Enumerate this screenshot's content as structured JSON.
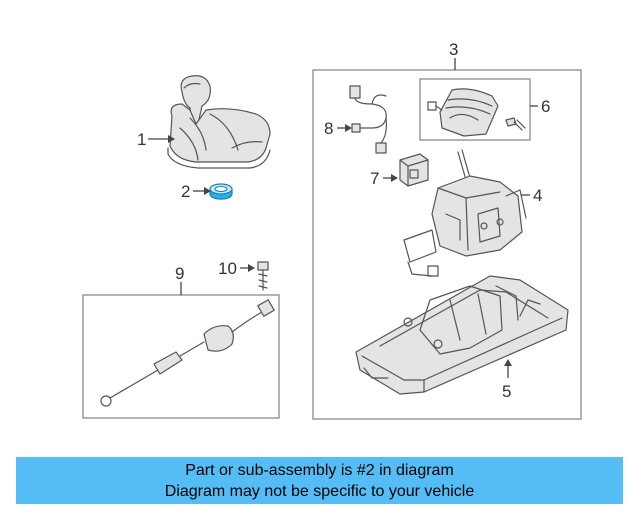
{
  "callouts": {
    "c1": "1",
    "c2": "2",
    "c3": "3",
    "c4": "4",
    "c5": "5",
    "c6": "6",
    "c7": "7",
    "c8": "8",
    "c9": "9",
    "c10": "10"
  },
  "banner": {
    "line1": "Part or sub-assembly is #2 in diagram",
    "line2": "Diagram may not be specific to your vehicle"
  },
  "colors": {
    "banner_bg": "#54bdf5",
    "highlight_part": "#2bb0ee",
    "line": "#555555"
  }
}
